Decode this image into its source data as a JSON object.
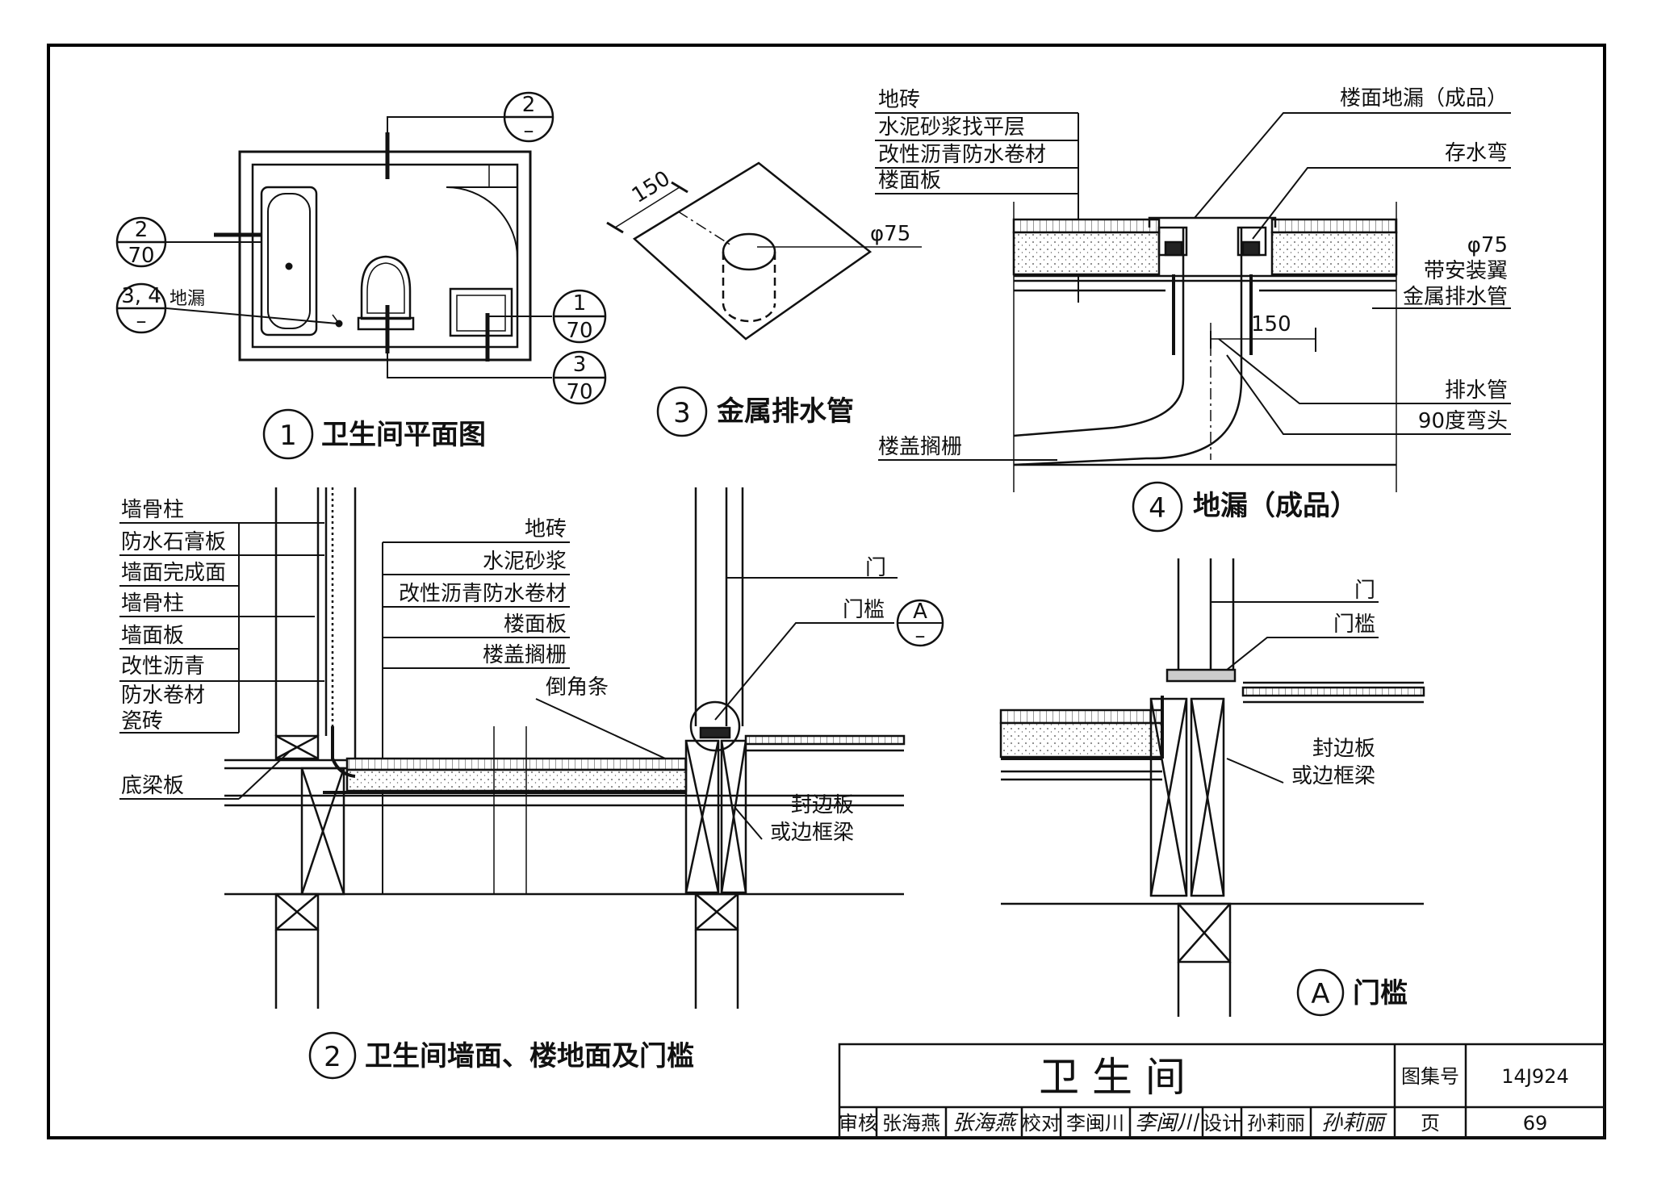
{
  "plan": {
    "callout_top": {
      "num": "2",
      "sheet": "–"
    },
    "callout_left_a": {
      "num": "2",
      "sheet": "70"
    },
    "callout_left_b": {
      "num": "3, 4",
      "sheet": "–"
    },
    "drain_label": "地漏",
    "callout_right_a": {
      "num": "1",
      "sheet": "70"
    },
    "callout_right_b": {
      "num": "3",
      "sheet": "70"
    },
    "caption_num": "1",
    "caption": "卫生间平面图"
  },
  "pipe": {
    "dim": "150",
    "dia": "φ75",
    "caption_num": "3",
    "caption": "金属排水管"
  },
  "drain": {
    "left_labels": [
      "地砖",
      "水泥砂浆找平层",
      "改性沥青防水卷材",
      "楼面板"
    ],
    "right_labels": [
      "楼面地漏（成品）",
      "存水弯",
      "φ75",
      "带安装翼",
      "金属排水管",
      "排水管",
      "90度弯头"
    ],
    "dim": "150",
    "bottom_label": "楼盖搁栅",
    "caption_num": "4",
    "caption": "地漏（成品）"
  },
  "wall": {
    "left_labels": [
      "墙骨柱",
      "防水石膏板",
      "墙面完成面",
      "墙骨柱",
      "墙面板",
      "改性沥青",
      "防水卷材",
      "瓷砖"
    ],
    "base_label": "底梁板",
    "floor_labels": [
      "地砖",
      "水泥砂浆",
      "改性沥青防水卷材",
      "楼面板",
      "楼盖搁栅"
    ],
    "chamfer": "倒角条",
    "door": "门",
    "threshold": "门槛",
    "callout": {
      "num": "A",
      "sheet": "–"
    },
    "edge_a": "封边板",
    "edge_b": "或边框梁",
    "caption_num": "2",
    "caption": "卫生间墙面、楼地面及门槛"
  },
  "detailA": {
    "door": "门",
    "threshold": "门槛",
    "edge_a": "封边板",
    "edge_b": "或边框梁",
    "caption_num": "A",
    "caption": "门槛"
  },
  "titleblock": {
    "title": "卫 生 间",
    "atlas_label": "图集号",
    "atlas_no": "14J924",
    "review_label": "审核",
    "reviewer": "张海燕",
    "reviewer_sig": "张海燕",
    "check_label": "校对",
    "checker": "李闽川",
    "checker_sig": "李闽川",
    "design_label": "设计",
    "designer": "孙莉丽",
    "designer_sig": "孙莉丽",
    "page_label": "页",
    "page_no": "69"
  }
}
